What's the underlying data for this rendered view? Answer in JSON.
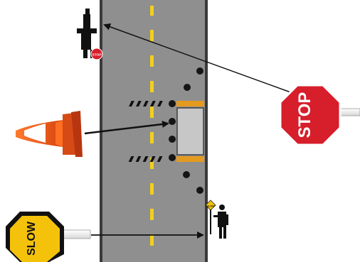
{
  "diagram": {
    "stop_paddle_label": "STOP",
    "slow_paddle_label": "SLOW",
    "small_stop_label": "STOP",
    "small_slow_label": "SLOW"
  },
  "colors": {
    "road": "#8f8f8f",
    "road_edge": "#3a3a3a",
    "lane_line": "#f2cf1d",
    "stop_red": "#d71e2b",
    "slow_yellow": "#f5c20b",
    "cone_orange": "#ef5a18",
    "work_area": "#c4c4c4",
    "barrier_stripe": "#e49a1e",
    "cone_dot": "#151515",
    "arrow": "#111111"
  },
  "icons": [
    "stop-paddle-icon",
    "slow-paddle-icon",
    "traffic-cone-icon",
    "flagger-icon"
  ]
}
